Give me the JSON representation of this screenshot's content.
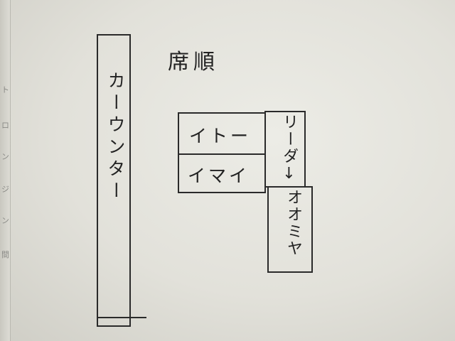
{
  "title": "席順",
  "counter_label": "カーウンター",
  "seats": {
    "top_left": "イトー",
    "bottom_left": "イマイ",
    "right_top": "リーダ↓",
    "right_bottom": "オオミヤ"
  },
  "page_edge_marks": [
    "ト",
    "ロ",
    "ン",
    "ジ",
    "ン",
    "間"
  ],
  "colors": {
    "paper": "#e6e5de",
    "ink": "#222222"
  }
}
